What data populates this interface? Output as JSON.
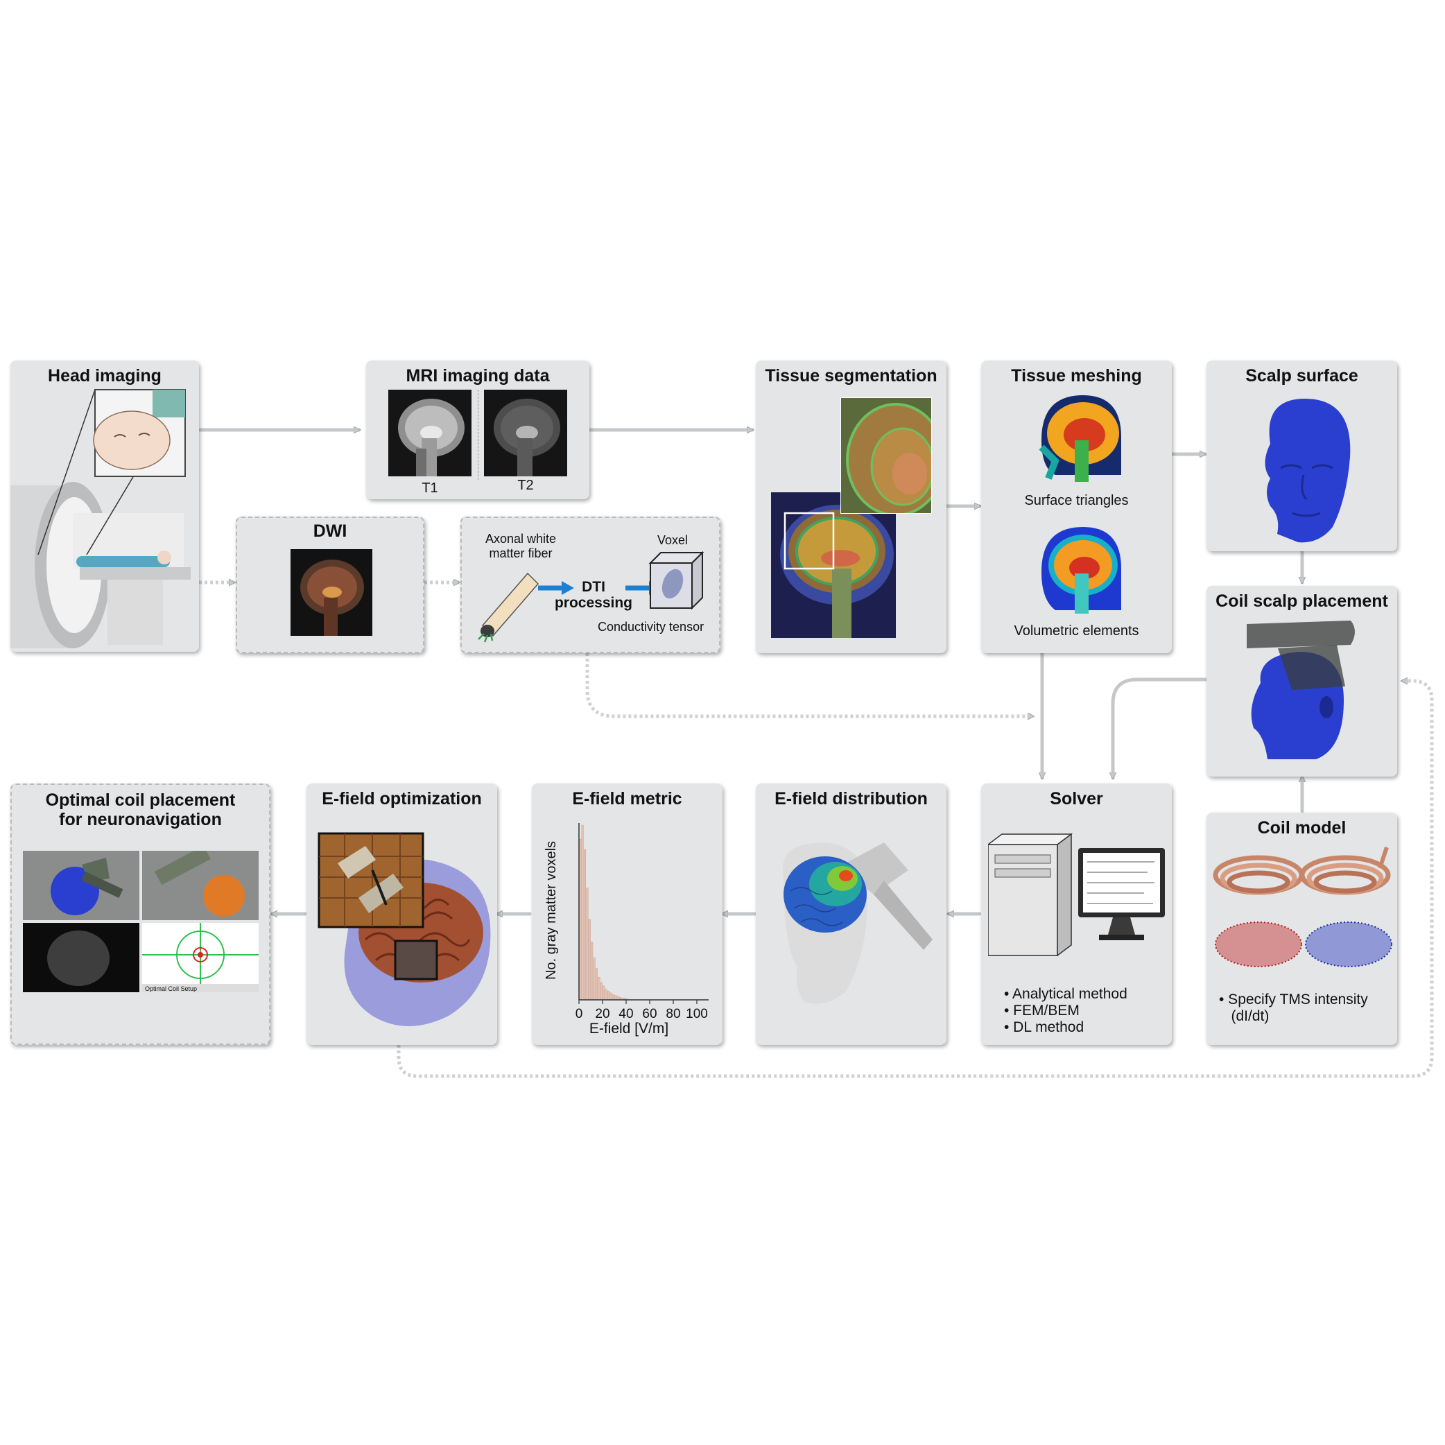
{
  "boxes": {
    "head_imaging": {
      "title": "Head imaging"
    },
    "mri": {
      "title": "MRI imaging data",
      "t1": "T1",
      "t2": "T2"
    },
    "dwi": {
      "title": "DWI"
    },
    "dti": {
      "fiber_label": "Axonal white\nmatter fiber",
      "processing": "DTI\nprocessing",
      "voxel": "Voxel",
      "tensor": "Conductivity tensor"
    },
    "segmentation": {
      "title": "Tissue segmentation"
    },
    "meshing": {
      "title": "Tissue meshing",
      "surface": "Surface triangles",
      "volumetric": "Volumetric elements"
    },
    "scalp": {
      "title": "Scalp surface"
    },
    "coil_placement": {
      "title": "Coil scalp placement"
    },
    "coil_model": {
      "title": "Coil model",
      "bullets": [
        "• Specify TMS intensity\n   (dI/dt)"
      ]
    },
    "solver": {
      "title": "Solver",
      "bullets": [
        "• Analytical method",
        "• FEM/BEM",
        "• DL method"
      ]
    },
    "distribution": {
      "title": "E-field distribution"
    },
    "metric": {
      "title": "E-field metric",
      "ylabel": "No. gray matter voxels",
      "xlabel": "E-field [V/m]"
    },
    "optimization": {
      "title": "E-field optimization"
    },
    "optimal": {
      "title": "Optimal coil placement\nfor neuronavigation",
      "status": "Optimal Coil Setup"
    }
  },
  "chart_data": {
    "type": "bar",
    "xlabel": "E-field [V/m]",
    "ylabel": "No. gray matter voxels",
    "xlim": [
      0,
      110
    ],
    "xticks": [
      0,
      20,
      40,
      60,
      80,
      100
    ],
    "bin_width": 2,
    "x": [
      0,
      2,
      4,
      6,
      8,
      10,
      12,
      14,
      16,
      18,
      20,
      22,
      24,
      26,
      28,
      30,
      32,
      34,
      36,
      38,
      40
    ],
    "values": [
      92,
      100,
      86,
      64,
      46,
      33,
      24,
      18,
      13,
      10,
      8,
      6,
      5,
      4,
      3,
      2.5,
      2,
      1.5,
      1,
      1,
      0.5
    ],
    "grid": false,
    "bar_color": "#e3c3b6"
  },
  "colors": {
    "box_fill": "#e4e5e6",
    "arrow": "#c6c7c8",
    "scalp_blue": "#2a3fd0",
    "dti_arrow": "#1e7fd0",
    "mri_dark": "#151515"
  }
}
